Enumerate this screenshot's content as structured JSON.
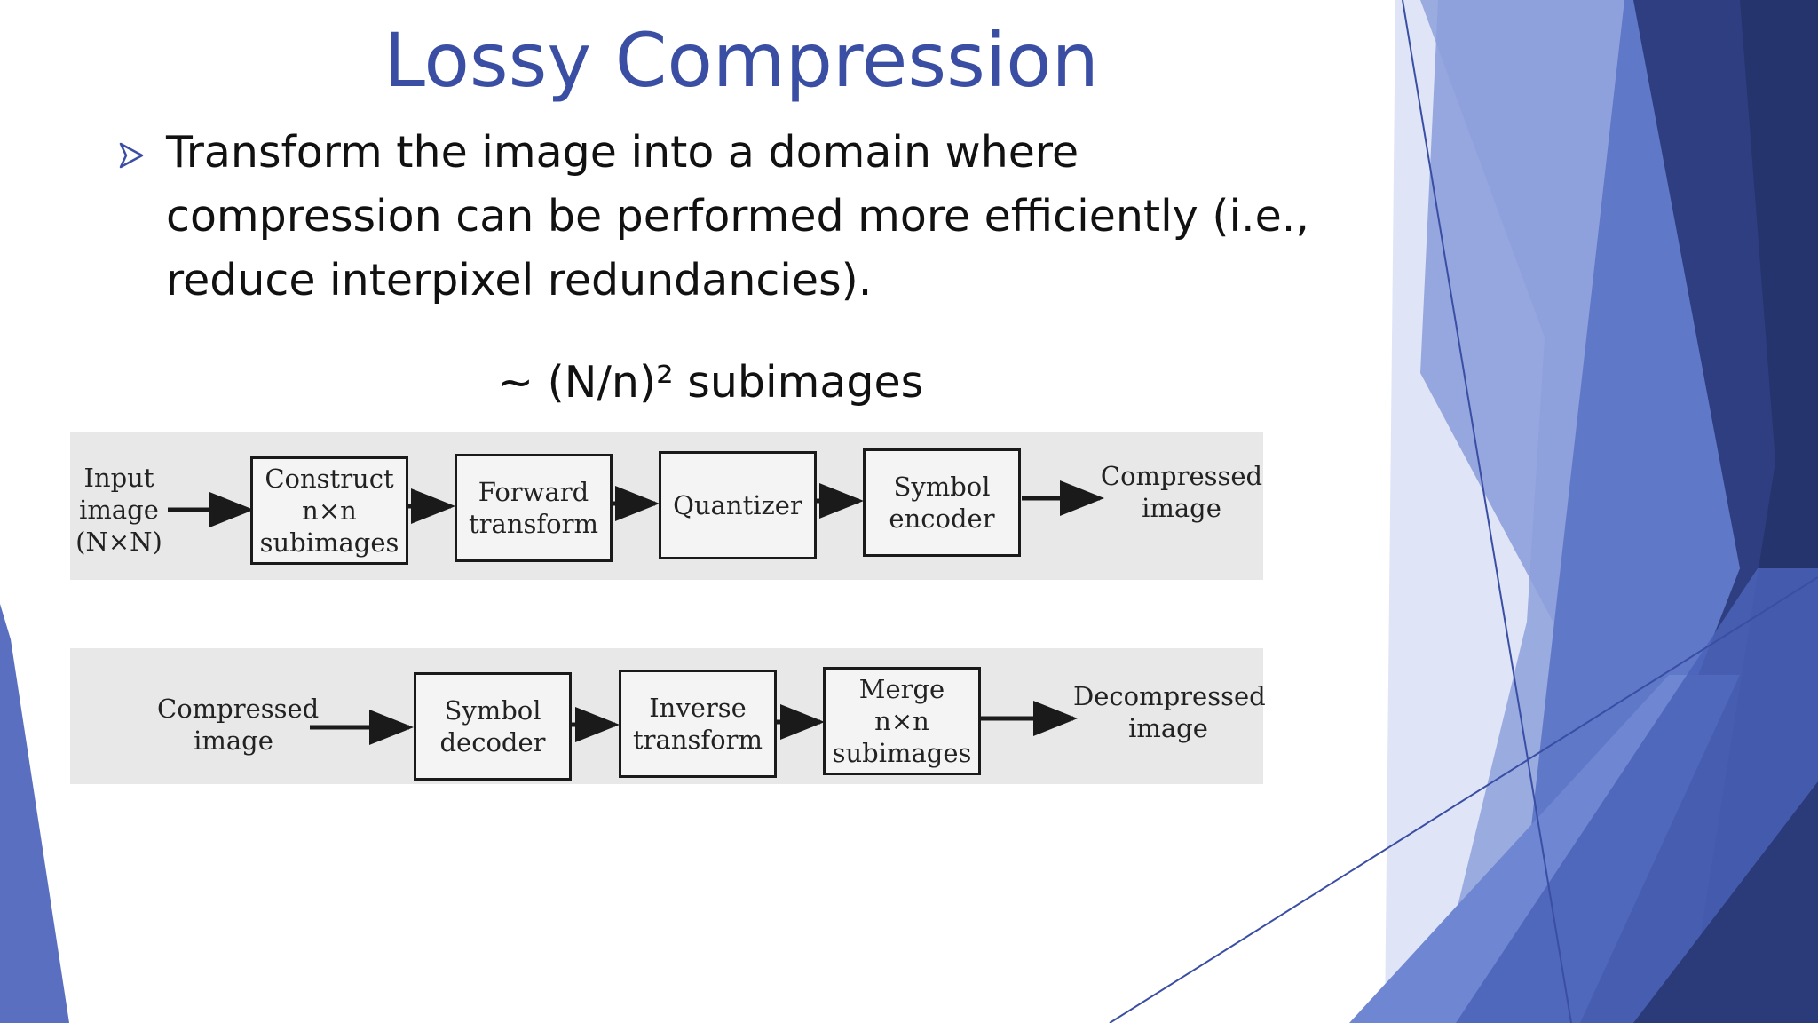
{
  "slide": {
    "title": "Lossy Compression",
    "bullet": "Transform the image into a domain where compression can be performed more efficiently (i.e., reduce interpixel redundancies).",
    "subimages_note": "~ (N/n)² subimages"
  },
  "encoder": {
    "input_label": "Input\nimage\n(N×N)",
    "blocks": [
      "Construct\nn×n\nsubimages",
      "Forward\ntransform",
      "Quantizer",
      "Symbol\nencoder"
    ],
    "output_label": "Compressed\nimage"
  },
  "decoder": {
    "input_label": "Compressed\nimage",
    "blocks": [
      "Symbol\ndecoder",
      "Inverse\ntransform",
      "Merge\nn×n\nsubimages"
    ],
    "output_label": "Decompressed\nimage"
  },
  "theme": {
    "title_color": "#3a4ea3",
    "accent_dark": "#2b3a78",
    "accent_mid": "#4a63b8",
    "accent_light": "#8ea0dc",
    "accent_pale": "#c9d3f2"
  }
}
